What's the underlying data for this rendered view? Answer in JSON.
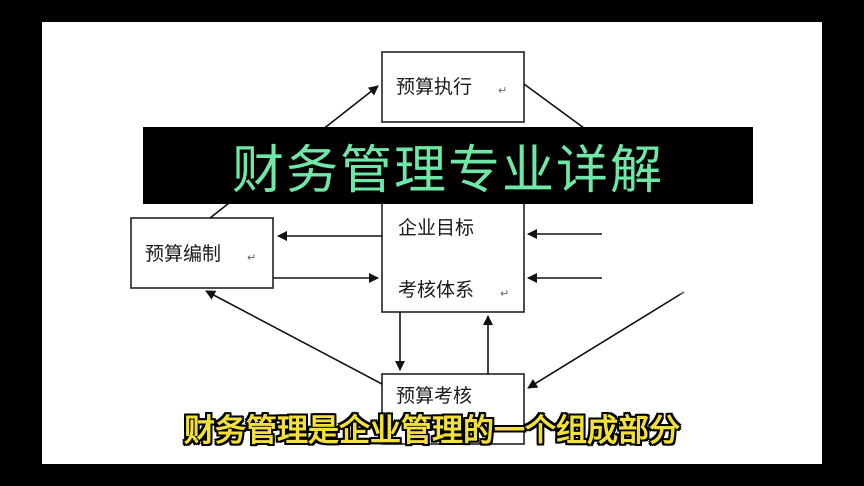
{
  "diagram": {
    "nodes": {
      "execution": "预算执行",
      "compile": "预算编制",
      "goal": "企业目标",
      "system": "考核体系",
      "assess": "预算考核"
    },
    "return_mark": "↵"
  },
  "overlay": {
    "title": "财务管理专业详解",
    "subtitle": "财务管理是企业管理的一个组成部分"
  },
  "colors": {
    "title_text": "#6ee8a6",
    "subtitle_text": "#f2e13a",
    "background": "#000000"
  }
}
